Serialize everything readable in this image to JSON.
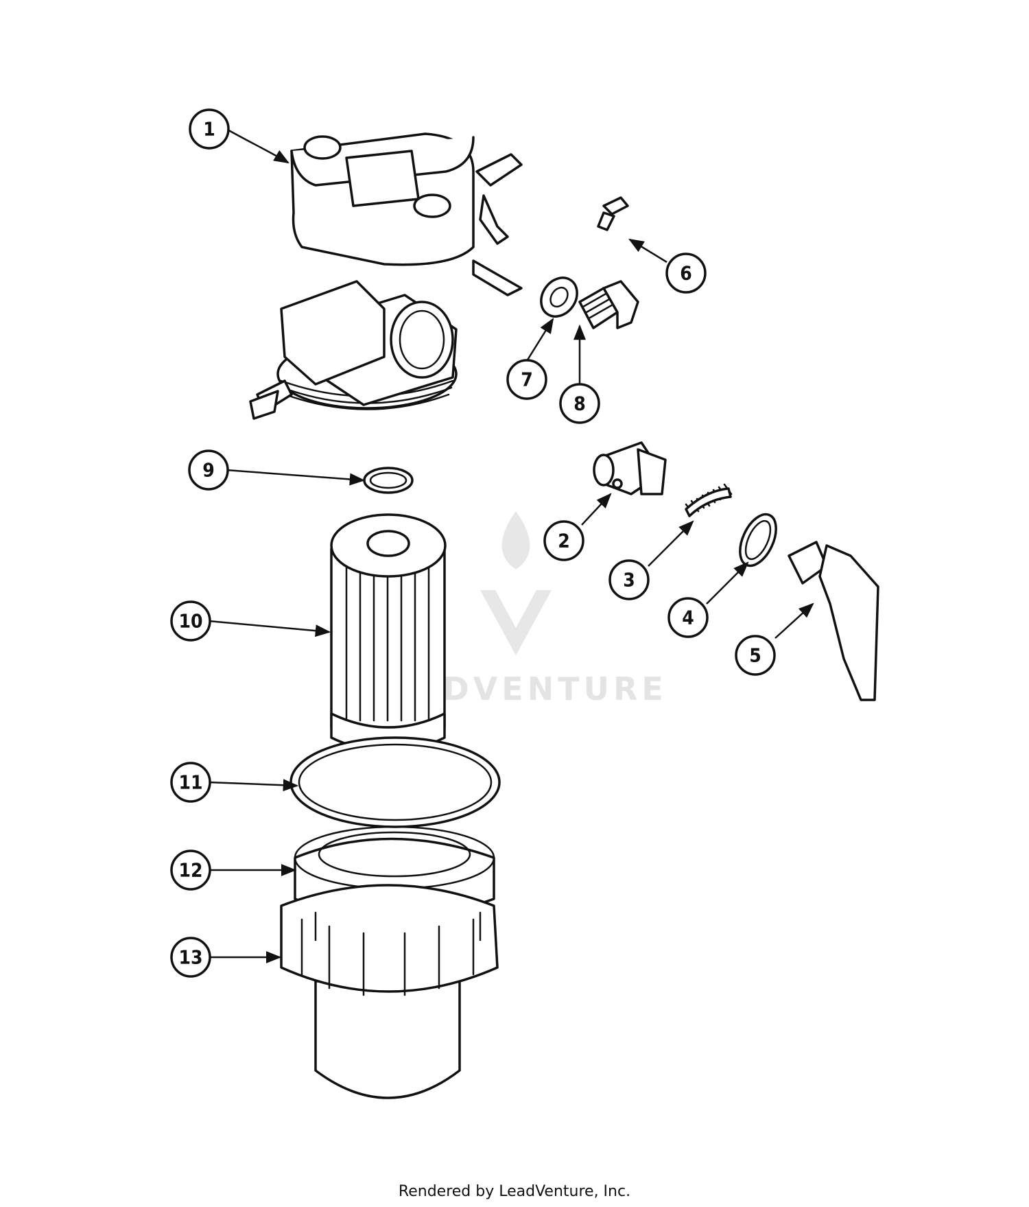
{
  "diagram": {
    "callouts": [
      {
        "label": "1"
      },
      {
        "label": "2"
      },
      {
        "label": "3"
      },
      {
        "label": "4"
      },
      {
        "label": "5"
      },
      {
        "label": "6"
      },
      {
        "label": "7"
      },
      {
        "label": "8"
      },
      {
        "label": "9"
      },
      {
        "label": "10"
      },
      {
        "label": "11"
      },
      {
        "label": "12"
      },
      {
        "label": "13"
      }
    ]
  },
  "watermark": {
    "text": "LEADVENTURE"
  },
  "footer": {
    "text": "Rendered by LeadVenture, Inc."
  }
}
